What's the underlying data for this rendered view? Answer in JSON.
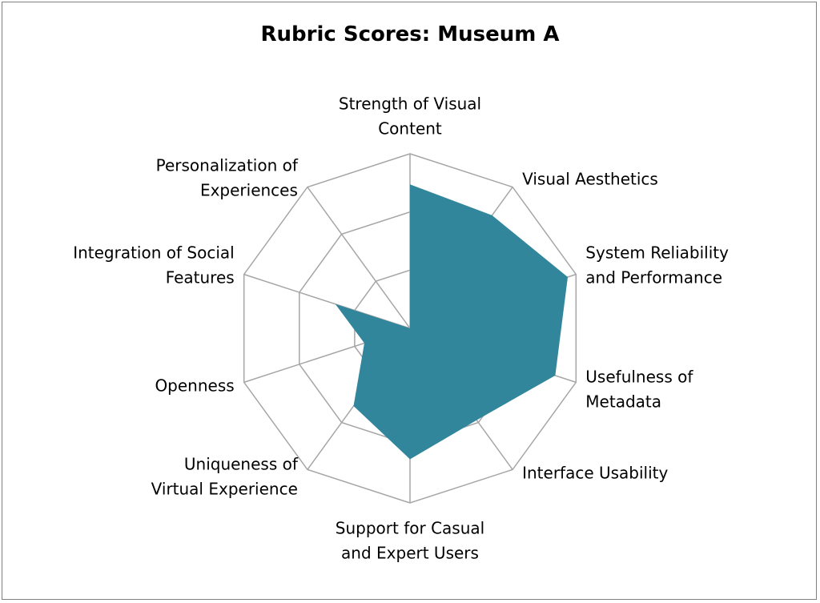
{
  "chart_data": {
    "type": "radar",
    "title": "Rubric Scores: Museum A",
    "axes": [
      {
        "label": [
          "Strength of Visual",
          "Content"
        ]
      },
      {
        "label": [
          "Visual Aesthetics"
        ]
      },
      {
        "label": [
          "System Reliability",
          "and Performance"
        ]
      },
      {
        "label": [
          "Usefulness of",
          "Metadata"
        ]
      },
      {
        "label": [
          "Interface Usability"
        ]
      },
      {
        "label": [
          "Support for Casual",
          "and Expert Users"
        ]
      },
      {
        "label": [
          "Uniqueness of",
          "Virtual Experience"
        ]
      },
      {
        "label": [
          "Openness"
        ]
      },
      {
        "label": [
          "Integration of Social",
          "Features"
        ]
      },
      {
        "label": [
          "Personalization of",
          "Experiences"
        ]
      }
    ],
    "rlim": [
      0,
      4
    ],
    "grid_levels": 3,
    "series": [
      {
        "values": [
          3.3,
          3.2,
          3.8,
          3.5,
          2.6,
          3.0,
          2.2,
          1.1,
          1.8,
          0.0
        ]
      }
    ],
    "colors": {
      "fill": "#31869b",
      "grid": "#a6a6a6",
      "spoke": "#a6a6a6"
    }
  }
}
